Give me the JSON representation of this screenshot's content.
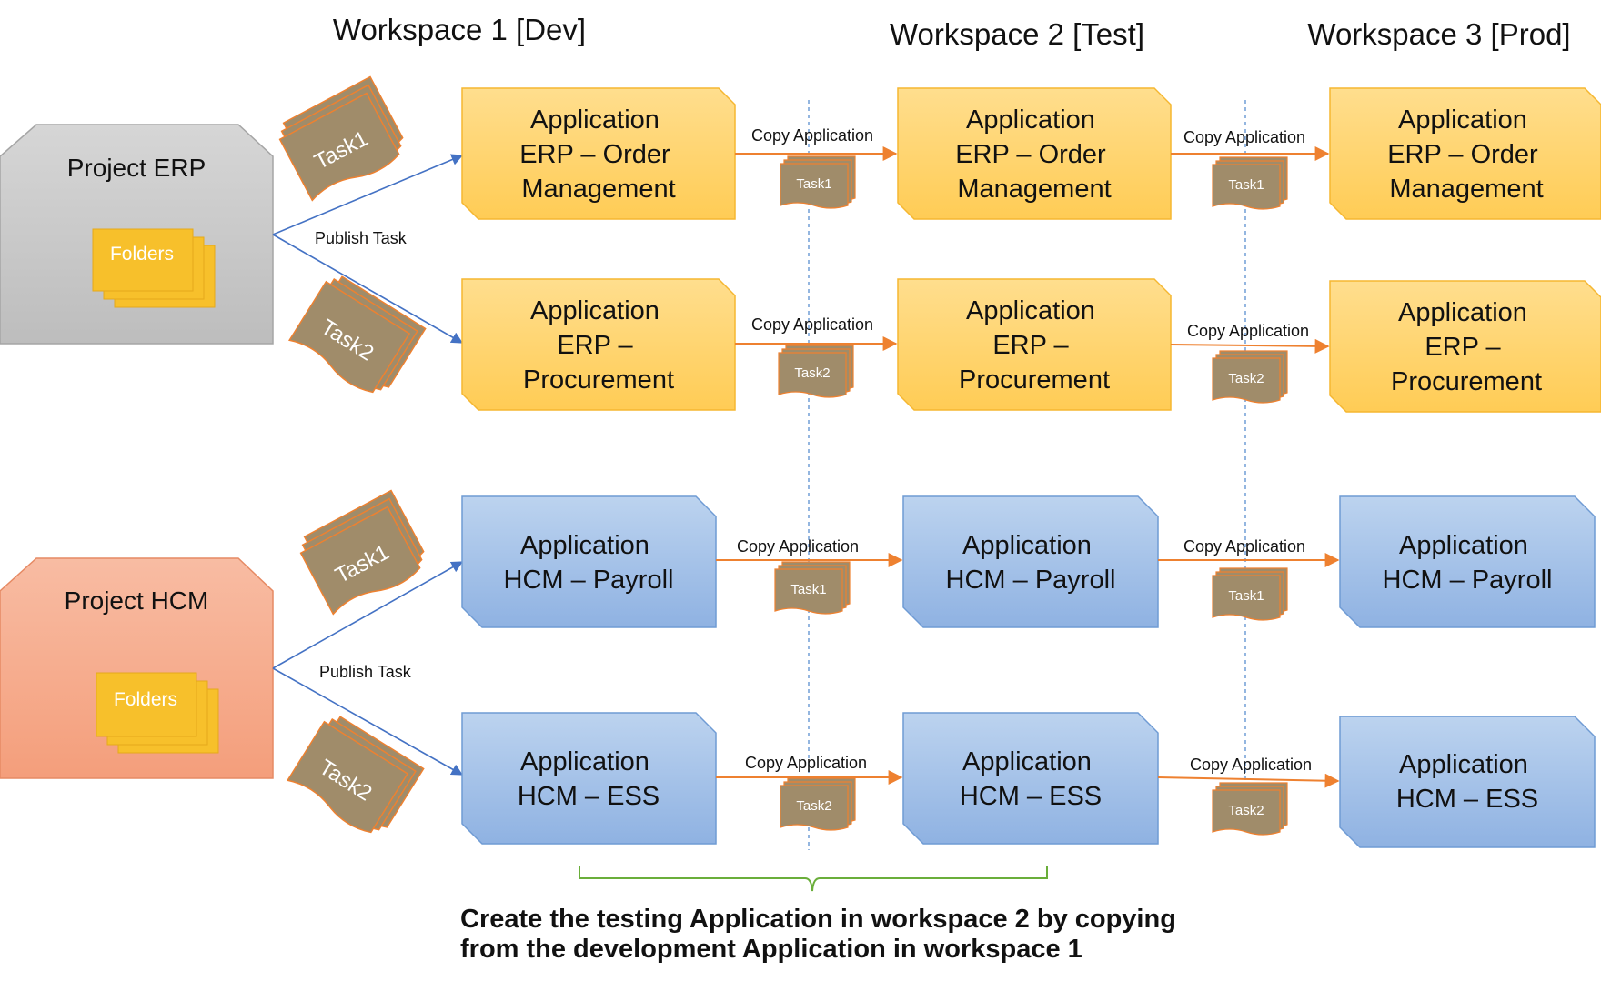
{
  "workspaces": [
    {
      "label": "Workspace 1 [Dev]"
    },
    {
      "label": "Workspace 2 [Test]"
    },
    {
      "label": "Workspace 3 [Prod]"
    }
  ],
  "projects": [
    {
      "label": "Project ERP",
      "folders": "Folders",
      "publish": "Publish Task"
    },
    {
      "label": "Project HCM",
      "folders": "Folders",
      "publish": "Publish Task"
    }
  ],
  "tasks": {
    "task1": "Task1",
    "task2": "Task2"
  },
  "applications": {
    "erp_order": {
      "lines": [
        "Application",
        "ERP – Order",
        "Management"
      ]
    },
    "erp_procurement": {
      "lines": [
        "Application",
        "ERP –",
        "Procurement"
      ]
    },
    "hcm_payroll": {
      "lines": [
        "Application",
        "HCM – Payroll"
      ]
    },
    "hcm_ess": {
      "lines": [
        "Application",
        "HCM – ESS"
      ]
    }
  },
  "copy_label": "Copy Application",
  "caption": {
    "line1": "Create the testing Application in workspace 2 by copying",
    "line2": "from the development Application in workspace 1"
  },
  "colors": {
    "erp_fill": "#FFD37A",
    "erp_stroke": "#F5B731",
    "hcm_fill": "#A9C4E8",
    "hcm_stroke": "#6F9BD4",
    "proj_erp_fill": "#C9C9C9",
    "proj_hcm_fill": "#F6A98A",
    "folder_fill": "#F7C02B",
    "task_fill": "#A08C6A",
    "task_stroke": "#EE8130",
    "arrow_orange": "#EE8130",
    "arrow_blue": "#4472C4",
    "brace_green": "#6AAE3A"
  }
}
